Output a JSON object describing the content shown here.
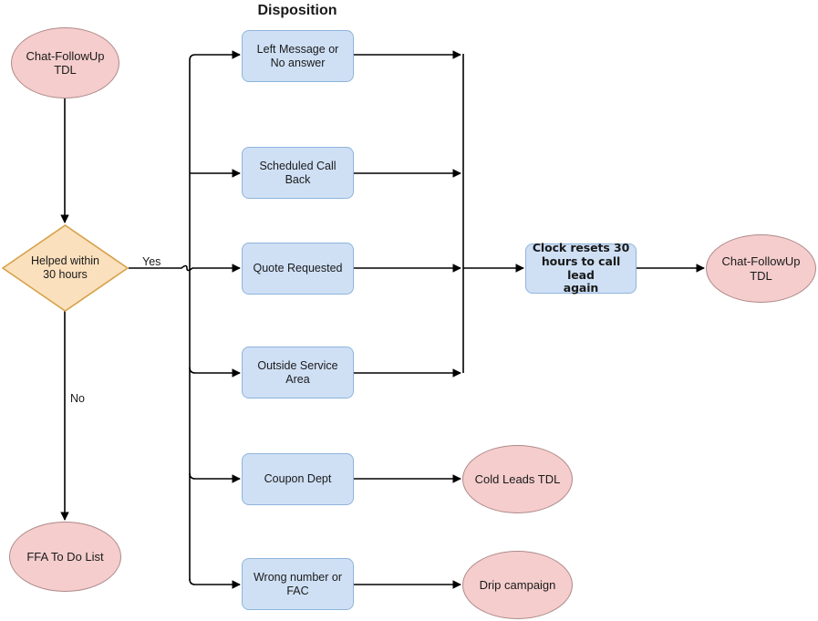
{
  "diagram": {
    "title": "Disposition",
    "type": "flowchart",
    "colors": {
      "terminator_fill": "#f5cdcd",
      "terminator_stroke": "#b08a8a",
      "decision_fill": "#fbe0bd",
      "decision_stroke": "#d6a14a",
      "process_fill": "#cfe0f5",
      "process_stroke": "#8fb4dd",
      "edge_stroke": "#000000",
      "text": "#1a1a1a"
    },
    "nodes": {
      "start_tdl": "Chat-FollowUp\nTDL",
      "decision": "Helped within\n30 hours",
      "ffa_todo": "FFA To Do List",
      "left_message": "Left Message or\nNo answer",
      "scheduled_call": "Scheduled Call\nBack",
      "quote_requested": "Quote Requested",
      "outside_service": "Outside Service\nArea",
      "coupon_dept": "Coupon Dept",
      "wrong_number": "Wrong number or\nFAC",
      "clock_resets": "Clock resets 30\nhours to call lead\nagain",
      "end_tdl": "Chat-FollowUp\nTDL",
      "cold_leads": "Cold Leads TDL",
      "drip_campaign": "Drip campaign"
    },
    "edge_labels": {
      "yes": "Yes",
      "no": "No"
    }
  }
}
